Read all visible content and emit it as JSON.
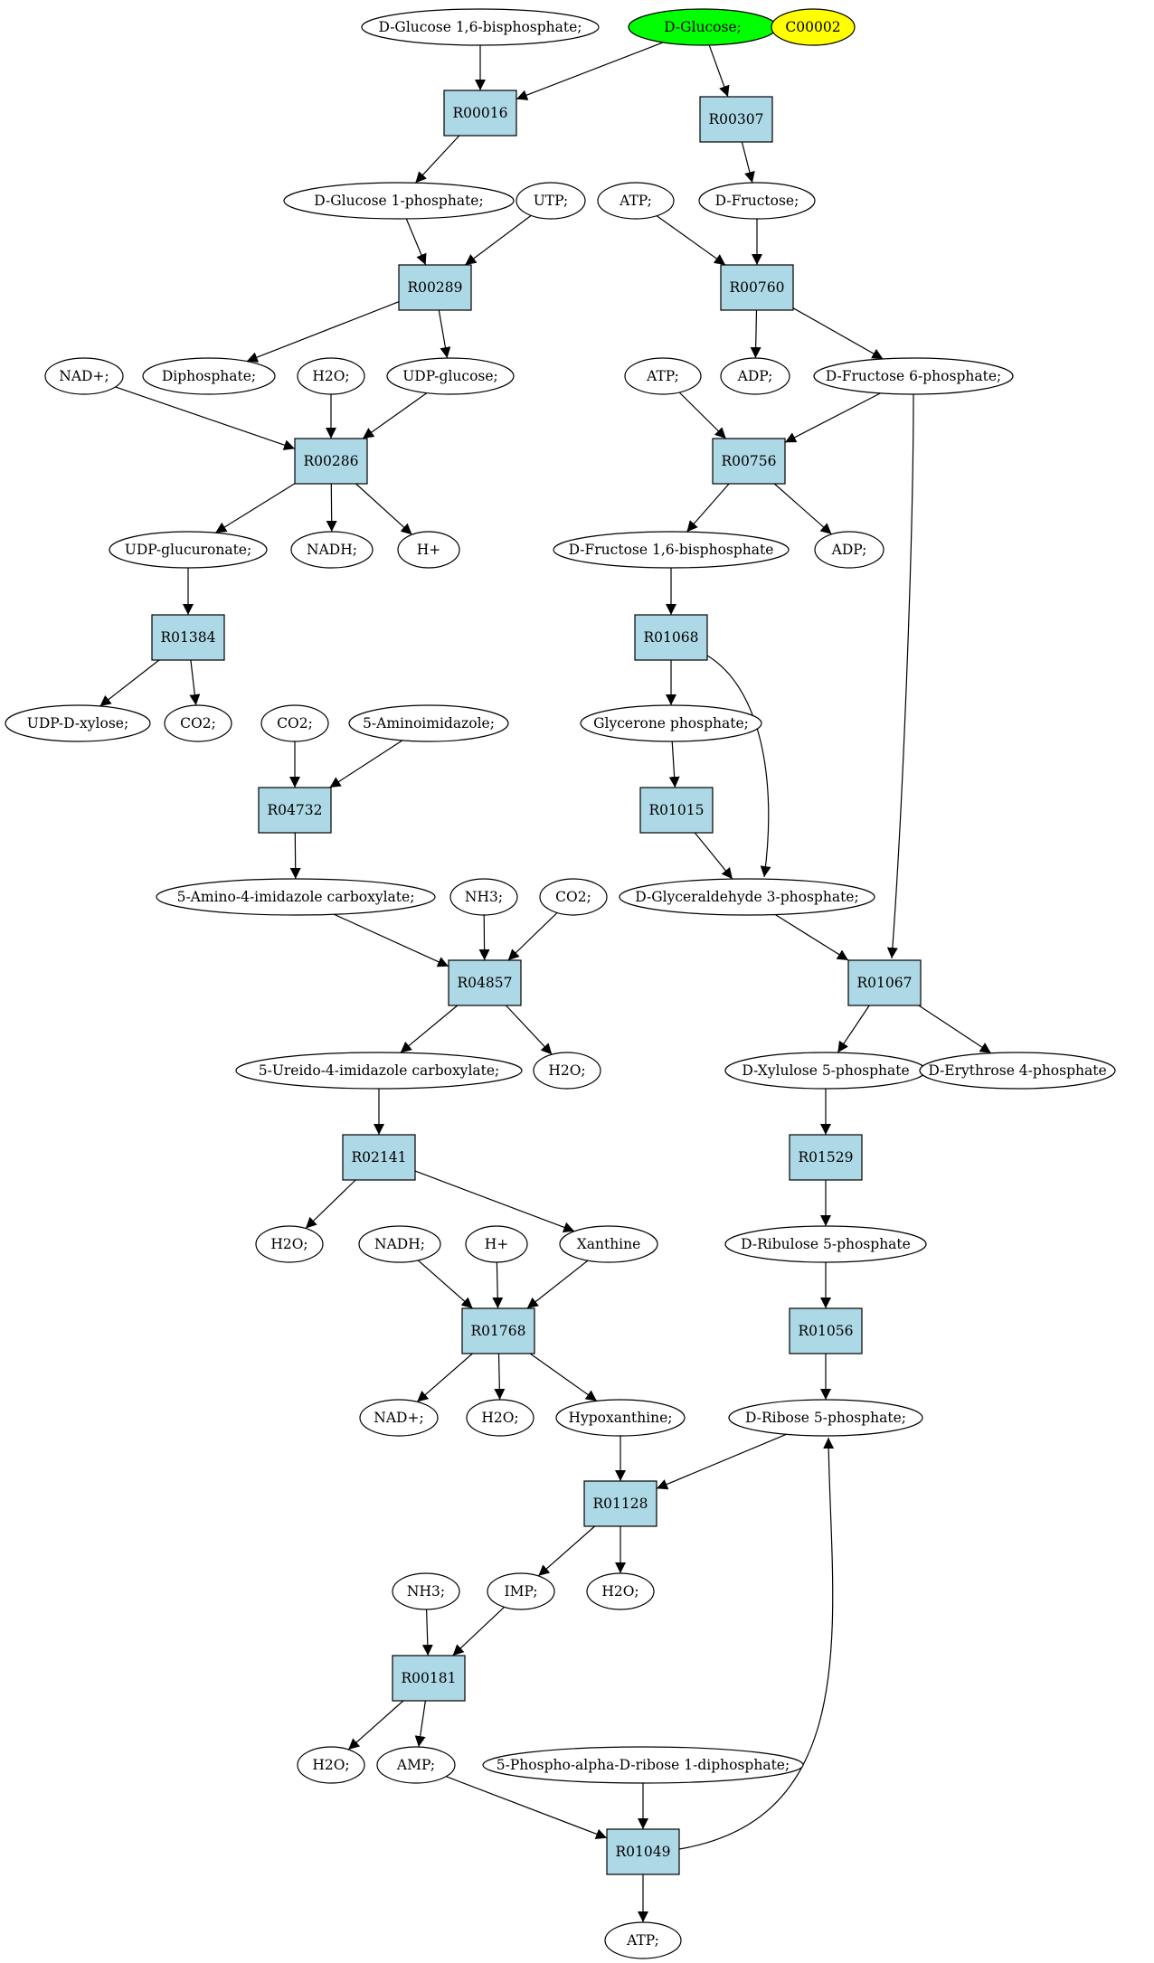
{
  "colors": {
    "reaction_fill": "#add8e6",
    "metabolite_fill": "#ffffff",
    "start_fill": "#00ff00",
    "highlight_fill": "#ffff00"
  },
  "nodes": [
    {
      "id": "glc16bp",
      "label": "D-Glucose 1,6-bisphosphate;",
      "kind": "metabolite"
    },
    {
      "id": "glc",
      "label": "D-Glucose;",
      "kind": "start"
    },
    {
      "id": "c00002",
      "label": "C00002",
      "kind": "highlight"
    },
    {
      "id": "R00016",
      "label": "R00016",
      "kind": "reaction"
    },
    {
      "id": "R00307",
      "label": "R00307",
      "kind": "reaction"
    },
    {
      "id": "glc1p",
      "label": "D-Glucose 1-phosphate;",
      "kind": "metabolite"
    },
    {
      "id": "utp",
      "label": "UTP;",
      "kind": "metabolite"
    },
    {
      "id": "atp1",
      "label": "ATP;",
      "kind": "metabolite"
    },
    {
      "id": "fru",
      "label": "D-Fructose;",
      "kind": "metabolite"
    },
    {
      "id": "R00289",
      "label": "R00289",
      "kind": "reaction"
    },
    {
      "id": "R00760",
      "label": "R00760",
      "kind": "reaction"
    },
    {
      "id": "nadp1",
      "label": "NAD+;",
      "kind": "metabolite"
    },
    {
      "id": "ppi",
      "label": "Diphosphate;",
      "kind": "metabolite"
    },
    {
      "id": "h2o1",
      "label": "H2O;",
      "kind": "metabolite"
    },
    {
      "id": "udpglc",
      "label": "UDP-glucose;",
      "kind": "metabolite"
    },
    {
      "id": "atp2",
      "label": "ATP;",
      "kind": "metabolite"
    },
    {
      "id": "adp1",
      "label": "ADP;",
      "kind": "metabolite"
    },
    {
      "id": "f6p",
      "label": "D-Fructose 6-phosphate;",
      "kind": "metabolite"
    },
    {
      "id": "R00286",
      "label": "R00286",
      "kind": "reaction"
    },
    {
      "id": "R00756",
      "label": "R00756",
      "kind": "reaction"
    },
    {
      "id": "udpglcur",
      "label": "UDP-glucuronate;",
      "kind": "metabolite"
    },
    {
      "id": "nadh1",
      "label": "NADH;",
      "kind": "metabolite"
    },
    {
      "id": "hplus1",
      "label": "H+",
      "kind": "metabolite"
    },
    {
      "id": "fbp",
      "label": "D-Fructose 1,6-bisphosphate",
      "kind": "metabolite"
    },
    {
      "id": "adp2",
      "label": "ADP;",
      "kind": "metabolite"
    },
    {
      "id": "R01384",
      "label": "R01384",
      "kind": "reaction"
    },
    {
      "id": "R01068",
      "label": "R01068",
      "kind": "reaction"
    },
    {
      "id": "udpxyl",
      "label": "UDP-D-xylose;",
      "kind": "metabolite"
    },
    {
      "id": "co2a",
      "label": "CO2;",
      "kind": "metabolite"
    },
    {
      "id": "co2b",
      "label": "CO2;",
      "kind": "metabolite"
    },
    {
      "id": "aminoimid",
      "label": "5-Aminoimidazole;",
      "kind": "metabolite"
    },
    {
      "id": "dhap",
      "label": "Glycerone phosphate;",
      "kind": "metabolite"
    },
    {
      "id": "R04732",
      "label": "R04732",
      "kind": "reaction"
    },
    {
      "id": "R01015",
      "label": "R01015",
      "kind": "reaction"
    },
    {
      "id": "aica",
      "label": "5-Amino-4-imidazole carboxylate;",
      "kind": "metabolite"
    },
    {
      "id": "nh3a",
      "label": "NH3;",
      "kind": "metabolite"
    },
    {
      "id": "co2c",
      "label": "CO2;",
      "kind": "metabolite"
    },
    {
      "id": "g3p",
      "label": "D-Glyceraldehyde 3-phosphate;",
      "kind": "metabolite"
    },
    {
      "id": "R04857",
      "label": "R04857",
      "kind": "reaction"
    },
    {
      "id": "R01067",
      "label": "R01067",
      "kind": "reaction"
    },
    {
      "id": "ureido",
      "label": "5-Ureido-4-imidazole carboxylate;",
      "kind": "metabolite"
    },
    {
      "id": "h2o2",
      "label": "H2O;",
      "kind": "metabolite"
    },
    {
      "id": "xu5p",
      "label": "D-Xylulose 5-phosphate",
      "kind": "metabolite"
    },
    {
      "id": "e4p",
      "label": "D-Erythrose 4-phosphate",
      "kind": "metabolite"
    },
    {
      "id": "R02141",
      "label": "R02141",
      "kind": "reaction"
    },
    {
      "id": "R01529",
      "label": "R01529",
      "kind": "reaction"
    },
    {
      "id": "h2o3",
      "label": "H2O;",
      "kind": "metabolite"
    },
    {
      "id": "nadh2",
      "label": "NADH;",
      "kind": "metabolite"
    },
    {
      "id": "hplus2",
      "label": "H+",
      "kind": "metabolite"
    },
    {
      "id": "xanthine",
      "label": "Xanthine",
      "kind": "metabolite"
    },
    {
      "id": "ru5p",
      "label": "D-Ribulose 5-phosphate",
      "kind": "metabolite"
    },
    {
      "id": "R01768",
      "label": "R01768",
      "kind": "reaction"
    },
    {
      "id": "R01056",
      "label": "R01056",
      "kind": "reaction"
    },
    {
      "id": "nadp2",
      "label": "NAD+;",
      "kind": "metabolite"
    },
    {
      "id": "h2o4",
      "label": "H2O;",
      "kind": "metabolite"
    },
    {
      "id": "hypox",
      "label": "Hypoxanthine;",
      "kind": "metabolite"
    },
    {
      "id": "r5p",
      "label": "D-Ribose 5-phosphate;",
      "kind": "metabolite"
    },
    {
      "id": "R01128",
      "label": "R01128",
      "kind": "reaction"
    },
    {
      "id": "nh3b",
      "label": "NH3;",
      "kind": "metabolite"
    },
    {
      "id": "imp",
      "label": "IMP;",
      "kind": "metabolite"
    },
    {
      "id": "h2o5",
      "label": "H2O;",
      "kind": "metabolite"
    },
    {
      "id": "R00181",
      "label": "R00181",
      "kind": "reaction"
    },
    {
      "id": "h2o6",
      "label": "H2O;",
      "kind": "metabolite"
    },
    {
      "id": "amp",
      "label": "AMP;",
      "kind": "metabolite"
    },
    {
      "id": "prpp",
      "label": "5-Phospho-alpha-D-ribose 1-diphosphate;",
      "kind": "metabolite"
    },
    {
      "id": "R01049",
      "label": "R01049",
      "kind": "reaction"
    },
    {
      "id": "atp3",
      "label": "ATP;",
      "kind": "metabolite"
    }
  ],
  "edges": [
    [
      "glc16bp",
      "R00016"
    ],
    [
      "glc",
      "R00016"
    ],
    [
      "glc",
      "R00307"
    ],
    [
      "R00016",
      "glc1p"
    ],
    [
      "R00307",
      "fru"
    ],
    [
      "glc1p",
      "R00289"
    ],
    [
      "utp",
      "R00289"
    ],
    [
      "atp1",
      "R00760"
    ],
    [
      "fru",
      "R00760"
    ],
    [
      "R00289",
      "ppi"
    ],
    [
      "R00289",
      "udpglc"
    ],
    [
      "R00760",
      "adp1"
    ],
    [
      "R00760",
      "f6p"
    ],
    [
      "nadp1",
      "R00286"
    ],
    [
      "h2o1",
      "R00286"
    ],
    [
      "udpglc",
      "R00286"
    ],
    [
      "atp2",
      "R00756"
    ],
    [
      "f6p",
      "R00756"
    ],
    [
      "f6p",
      "R01067"
    ],
    [
      "R00286",
      "udpglcur"
    ],
    [
      "R00286",
      "nadh1"
    ],
    [
      "R00286",
      "hplus1"
    ],
    [
      "R00756",
      "fbp"
    ],
    [
      "R00756",
      "adp2"
    ],
    [
      "udpglcur",
      "R01384"
    ],
    [
      "R01384",
      "udpxyl"
    ],
    [
      "R01384",
      "co2a"
    ],
    [
      "fbp",
      "R01068"
    ],
    [
      "R01068",
      "dhap"
    ],
    [
      "R01068",
      "g3p"
    ],
    [
      "co2b",
      "R04732"
    ],
    [
      "aminoimid",
      "R04732"
    ],
    [
      "dhap",
      "R01015"
    ],
    [
      "R01015",
      "g3p"
    ],
    [
      "R04732",
      "aica"
    ],
    [
      "aica",
      "R04857"
    ],
    [
      "nh3a",
      "R04857"
    ],
    [
      "co2c",
      "R04857"
    ],
    [
      "g3p",
      "R01067"
    ],
    [
      "R04857",
      "ureido"
    ],
    [
      "R04857",
      "h2o2"
    ],
    [
      "R01067",
      "xu5p"
    ],
    [
      "R01067",
      "e4p"
    ],
    [
      "ureido",
      "R02141"
    ],
    [
      "xu5p",
      "R01529"
    ],
    [
      "R02141",
      "h2o3"
    ],
    [
      "R02141",
      "xanthine"
    ],
    [
      "R01529",
      "ru5p"
    ],
    [
      "nadh2",
      "R01768"
    ],
    [
      "hplus2",
      "R01768"
    ],
    [
      "xanthine",
      "R01768"
    ],
    [
      "ru5p",
      "R01056"
    ],
    [
      "R01768",
      "nadp2"
    ],
    [
      "R01768",
      "h2o4"
    ],
    [
      "R01768",
      "hypox"
    ],
    [
      "R01056",
      "r5p"
    ],
    [
      "hypox",
      "R01128"
    ],
    [
      "r5p",
      "R01128"
    ],
    [
      "R01128",
      "imp"
    ],
    [
      "R01128",
      "h2o5"
    ],
    [
      "nh3b",
      "R00181"
    ],
    [
      "imp",
      "R00181"
    ],
    [
      "R00181",
      "h2o6"
    ],
    [
      "R00181",
      "amp"
    ],
    [
      "amp",
      "R01049"
    ],
    [
      "prpp",
      "R01049"
    ],
    [
      "R01049",
      "atp3"
    ],
    [
      "R01049",
      "r5p"
    ]
  ]
}
